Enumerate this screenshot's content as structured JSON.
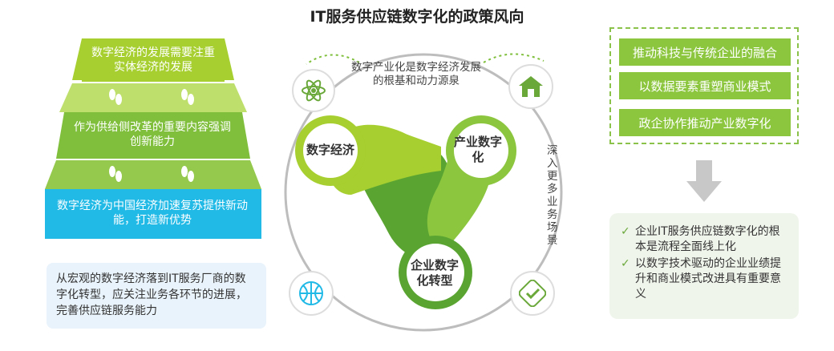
{
  "title": "IT服务供应链数字化的政策风向",
  "left": {
    "tier1": "数字经济的发展需要注重实体经济的发展",
    "tier2": "作为供给侧改革的重要内容强调创新能力",
    "tier3": "数字经济为中国经济加速复苏提供新动能，打造新优势",
    "note": "从宏观的数字经济落到IT服务厂商的数字化转型，应关注业务各环节的进展，完善供应链服务能力"
  },
  "center": {
    "top_text": "数字产业化是数字经济发展的根基和动力源泉",
    "right_text": "深入更多业务场景",
    "node_a": "数字经济",
    "node_b": "产业数字化",
    "node_c": "企业数字化转型"
  },
  "right": {
    "items": [
      "推动科技与传统企业的融合",
      "以数据要素重塑商业模式",
      "政企协作推动产业数字化"
    ],
    "conclusions": [
      "企业IT服务供应链数字化的根本是流程全面线上化",
      "以数字技术驱动的企业业绩提升和商业模式改进具有重要意义"
    ]
  },
  "icons": [
    "atom-icon",
    "house-icon",
    "basketball-icon",
    "check-icon",
    "footprints-icon",
    "down-arrow-icon"
  ],
  "colors": {
    "light_green": "#a6cf2f",
    "mid_green": "#7fbf3c",
    "dark_green": "#5aa532",
    "blue": "#21b9e6"
  }
}
